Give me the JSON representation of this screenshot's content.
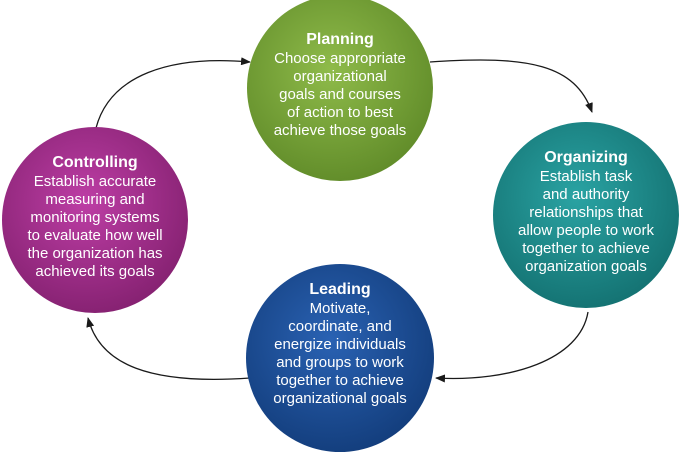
{
  "nodes": {
    "planning": {
      "title": "Planning",
      "lines": [
        "Choose appropriate",
        "organizational",
        "goals and courses",
        "of action to best",
        "achieve those goals"
      ],
      "color": "#7aa33b"
    },
    "organizing": {
      "title": "Organizing",
      "lines": [
        "Establish task",
        "and authority",
        "relationships that",
        "allow people to work",
        "together to achieve",
        "organization goals"
      ],
      "color": "#1e8c8c"
    },
    "leading": {
      "title": "Leading",
      "lines": [
        "Motivate,",
        "coordinate, and",
        "energize individuals",
        "and groups to work",
        "together to achieve",
        "organizational goals"
      ],
      "color": "#1d4f98"
    },
    "controlling": {
      "title": "Controlling",
      "lines": [
        "Establish accurate",
        "measuring and",
        "monitoring systems",
        "to evaluate how well",
        "the organization has",
        "achieved its goals"
      ],
      "color": "#a62c8e"
    }
  }
}
